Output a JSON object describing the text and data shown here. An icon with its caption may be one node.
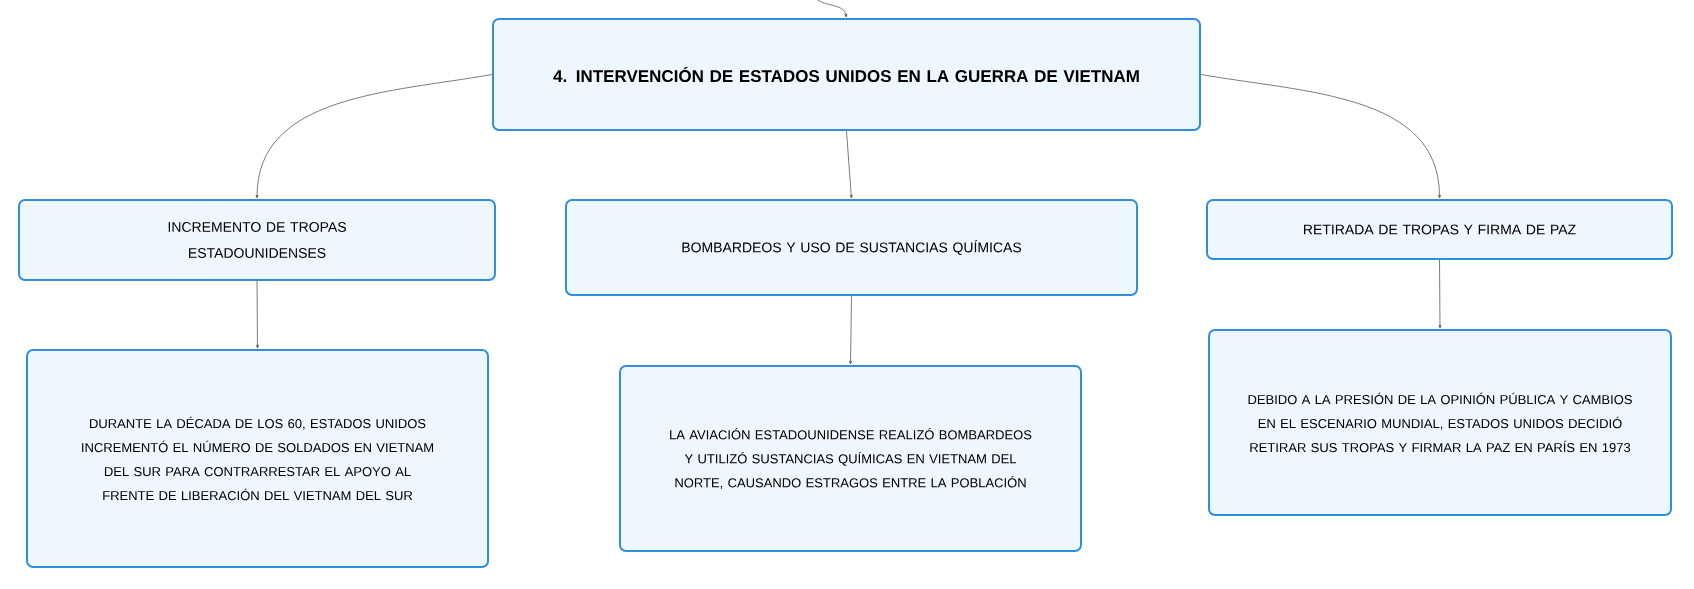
{
  "diagram": {
    "nodes": [
      {
        "text": [
          "4. INTERVENCIÓN DE ESTADOS UNIDOS EN LA GUERRA DE VIETNAM"
        ]
      },
      {
        "text": [
          "INCREMENTO DE TROPAS ESTADOUNIDENSES"
        ]
      },
      {
        "text": [
          "BOMBARDEOS Y USO DE SUSTANCIAS QUÍMICAS"
        ]
      },
      {
        "text": [
          "RETIRADA DE TROPAS Y FIRMA DE PAZ"
        ]
      },
      {
        "text": [
          "DURANTE LA DÉCADA DE LOS 60, ESTADOS UNIDOS INCREMENTÓ EL NÚMERO DE SOLDADOS EN VIETNAM DEL SUR PARA CONTRARRESTAR EL APOYO AL FRENTE DE LIBERACIÓN DEL VIETNAM DEL SUR"
        ]
      },
      {
        "text": [
          "LA AVIACIÓN ESTADOUNIDENSE REALIZÓ BOMBARDEOS Y UTILIZÓ SUSTANCIAS QUÍMICAS EN VIETNAM DEL NORTE, CAUSANDO ESTRAGOS ENTRE LA POBLACIÓN"
        ]
      },
      {
        "text": [
          "DEBIDO A LA PRESIÓN DE LA OPINIÓN PÚBLICA Y CAMBIOS EN EL ESCENARIO MUNDIAL, ESTADOS UNIDOS DECIDIÓ RETIRAR SUS TROPAS Y FIRMAR LA PAZ EN PARÍS EN 1973"
        ]
      }
    ],
    "edges": [
      {
        "from": null,
        "to": 0,
        "arrow": "to"
      },
      {
        "from": 0,
        "to": 1,
        "arrow": "to"
      },
      {
        "from": 0,
        "to": 2,
        "arrow": "to"
      },
      {
        "from": 0,
        "to": 3,
        "arrow": "to"
      },
      {
        "from": 1,
        "to": 4,
        "arrow": "to"
      },
      {
        "from": 2,
        "to": 5,
        "arrow": "to"
      },
      {
        "from": 3,
        "to": 6,
        "arrow": "to"
      }
    ]
  }
}
